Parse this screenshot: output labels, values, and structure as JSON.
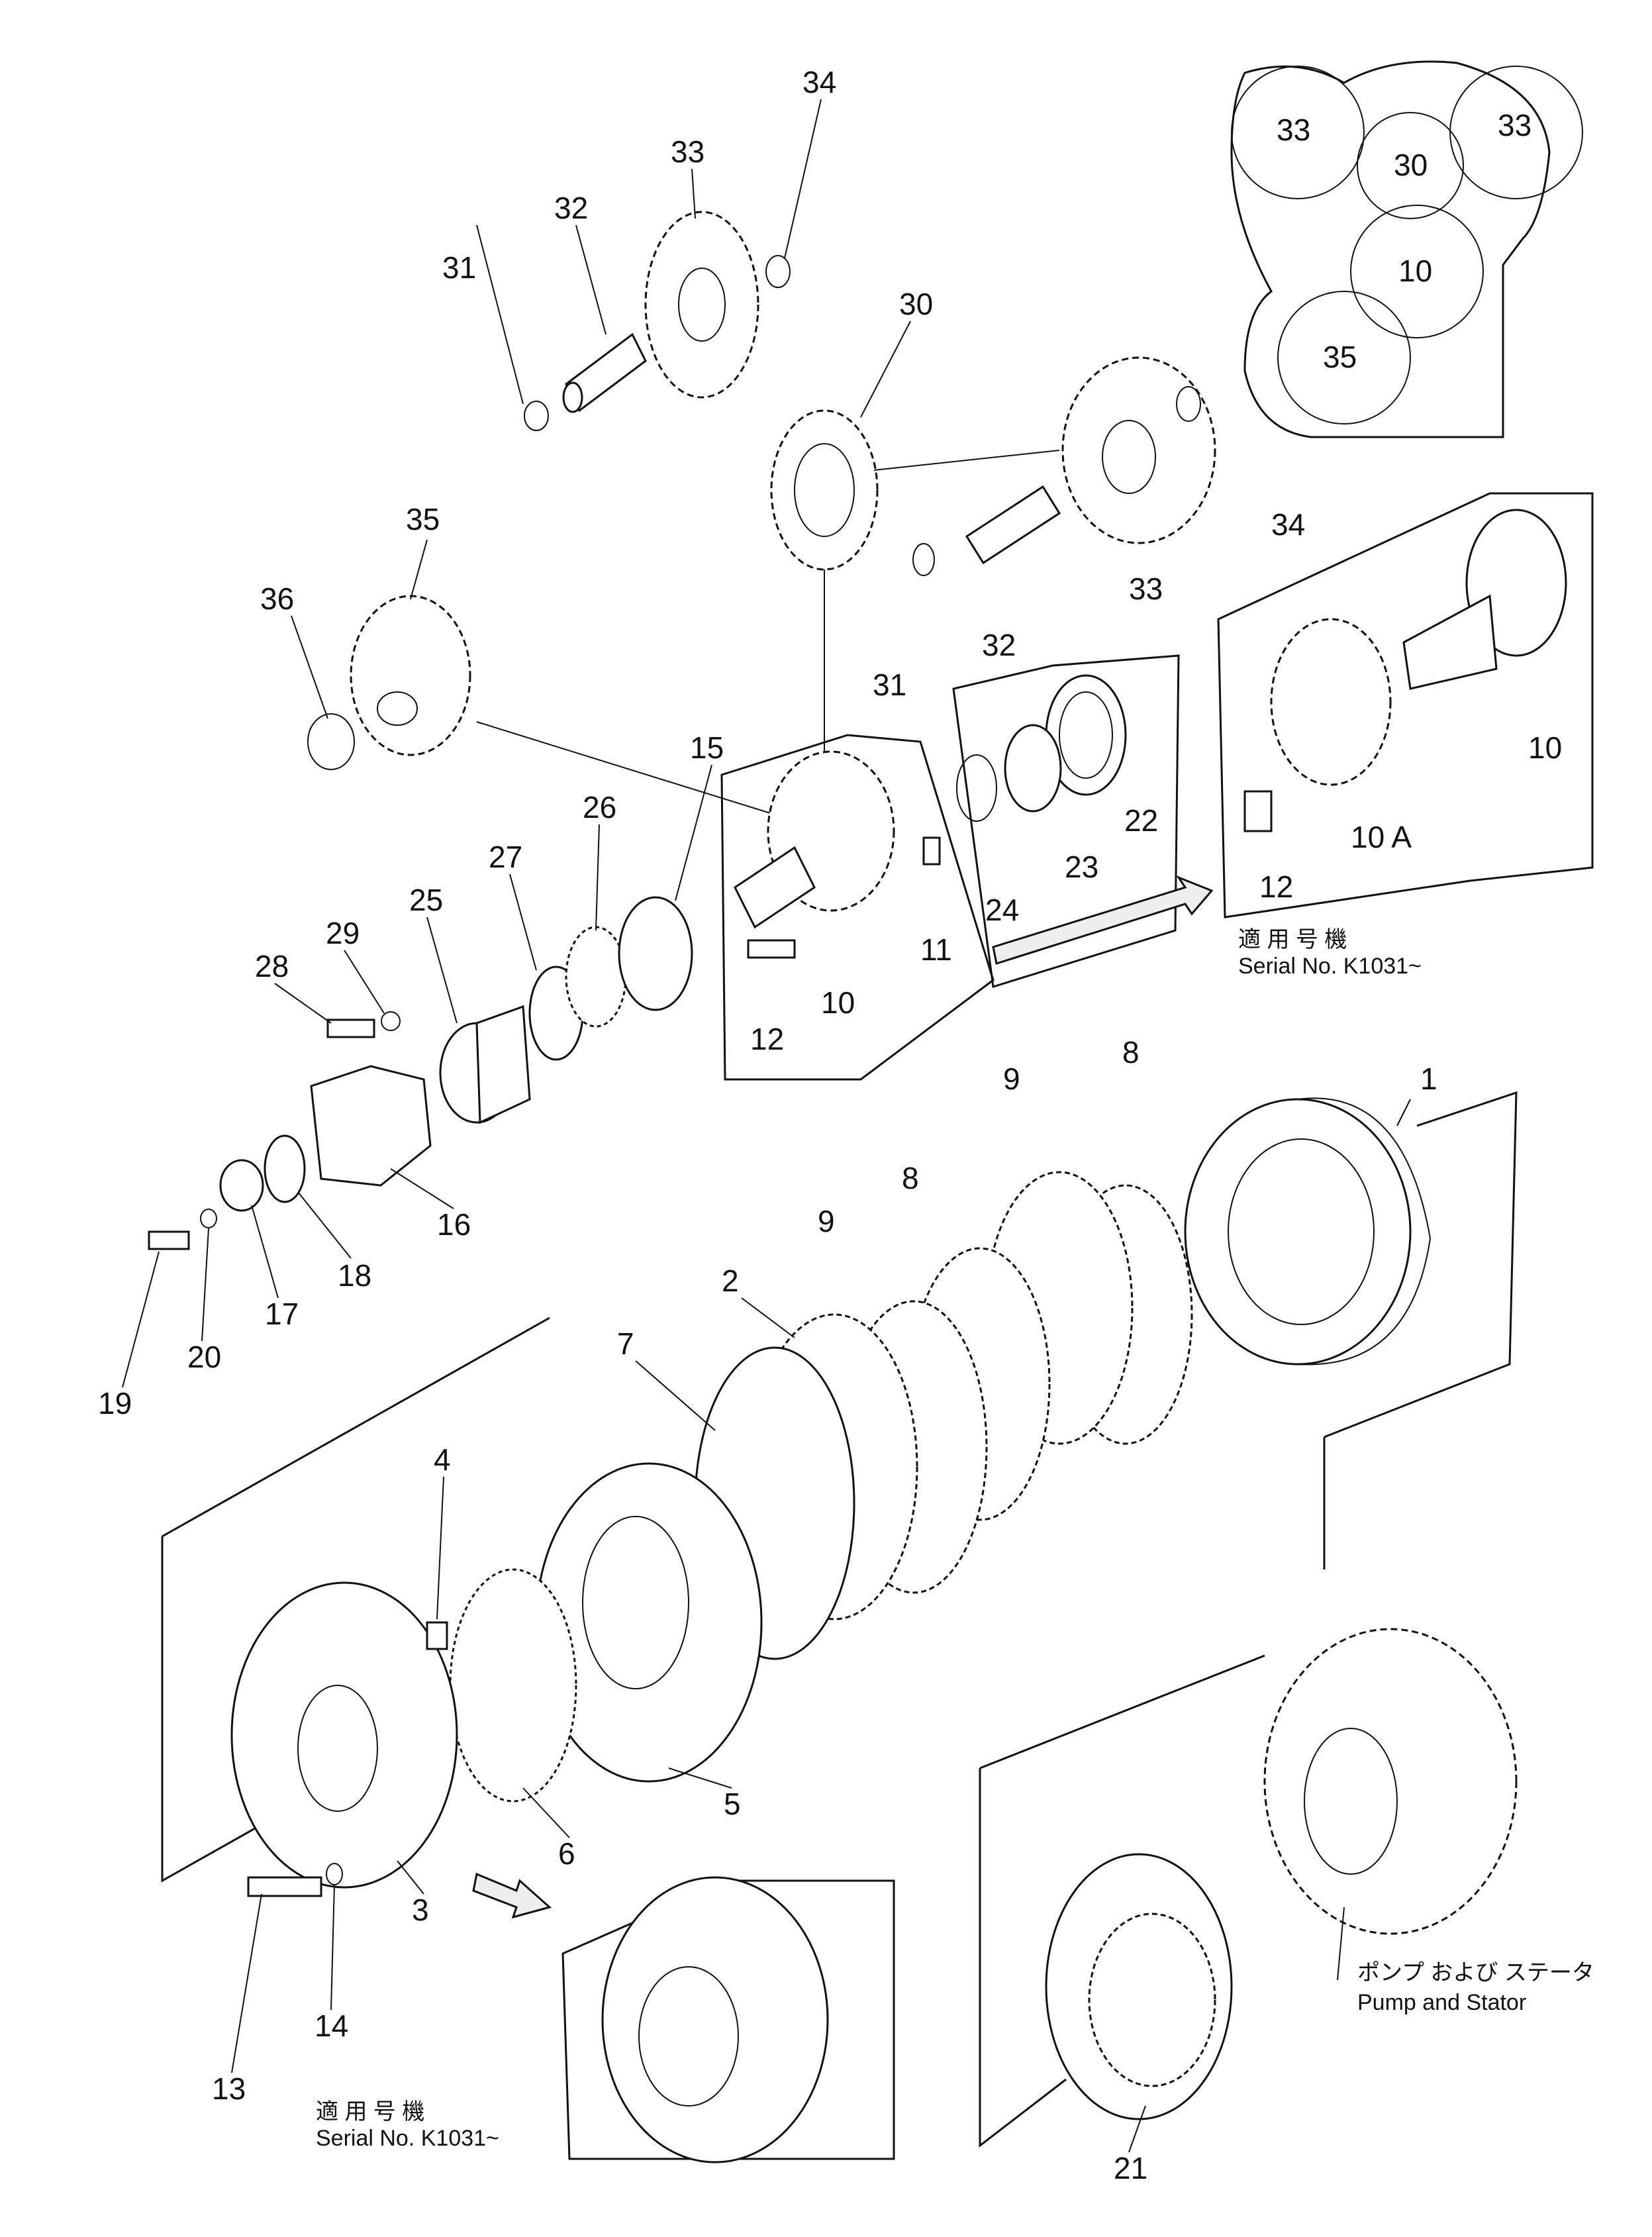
{
  "labels": [
    "1",
    "2",
    "3",
    "4",
    "5",
    "6",
    "7",
    "8",
    "8",
    "9",
    "9",
    "10",
    "10",
    "10",
    "10",
    "11",
    "12",
    "12",
    "13",
    "14",
    "15",
    "16",
    "17",
    "18",
    "19",
    "20",
    "21",
    "22",
    "23",
    "24",
    "25",
    "26",
    "27",
    "28",
    "29",
    "30",
    "31",
    "31",
    "32",
    "32",
    "33",
    "33",
    "34",
    "34",
    "35",
    "36"
  ],
  "labels_inset_10A": "10 A",
  "gear_layout_circles": [
    "33",
    "30",
    "33",
    "10",
    "35"
  ],
  "note_top": {
    "jp": "適 用 号 機",
    "serial": "Serial No. K1031~"
  },
  "note_bottom": {
    "jp": "適 用 号 機",
    "serial": "Serial No. K1031~"
  },
  "pump_stator": {
    "jp": "ポンプ および ステータ",
    "en": "Pump and Stator"
  }
}
